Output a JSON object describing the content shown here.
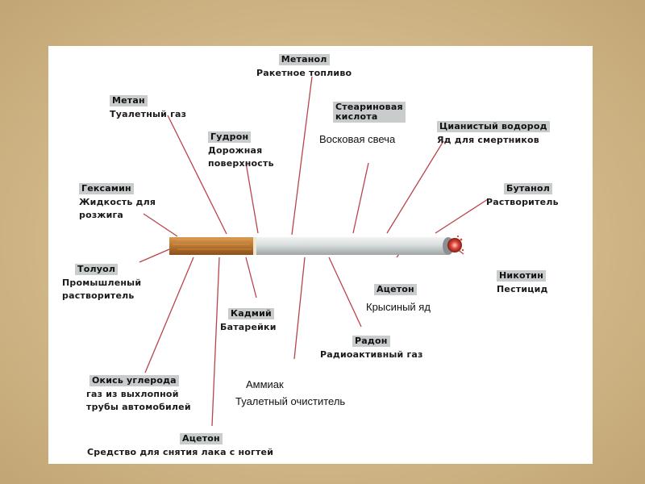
{
  "labels": [
    {
      "name": "Метанол",
      "desc": "Ракетное топливо"
    },
    {
      "name": "Метан",
      "desc": "Туалетный газ"
    },
    {
      "name": "Стеариновая\nкислота",
      "desc": ""
    },
    {
      "name": "Цианистый водород",
      "desc": "Яд для смертников"
    },
    {
      "name": "Гудрон",
      "desc": "Дорожная\nповерхность"
    },
    {
      "name": "Гексамин",
      "desc": "Жидкость для\nрозжига"
    },
    {
      "name": "Бутанол",
      "desc": "Растворитель"
    },
    {
      "name": "Толуол",
      "desc": "Промышленый\nрастворитель"
    },
    {
      "name": "Никотин",
      "desc": "Пестицид"
    },
    {
      "name": "Ацетон",
      "desc": ""
    },
    {
      "name": "Кадмий",
      "desc": "Батарейки"
    },
    {
      "name": "Радон",
      "desc": "Радиоактивный газ"
    },
    {
      "name": "Окись углерода",
      "desc": "газ из выхлопной\nтрубы автомобилей"
    },
    {
      "name": "Ацетон",
      "desc": "Средство для снятия лака с ногтей"
    }
  ],
  "plain_text": {
    "candle": "Восковая свеча",
    "rat_poison": "Крысиный яд",
    "ammonia": "Аммиак",
    "ammonia_desc": "Туалетный очиститель"
  },
  "colors": {
    "background": "#d8c197",
    "leader_line": "#b8454b",
    "filter": "#b9742e",
    "paper": "#d8dbdc",
    "ember": "#d2322d"
  }
}
